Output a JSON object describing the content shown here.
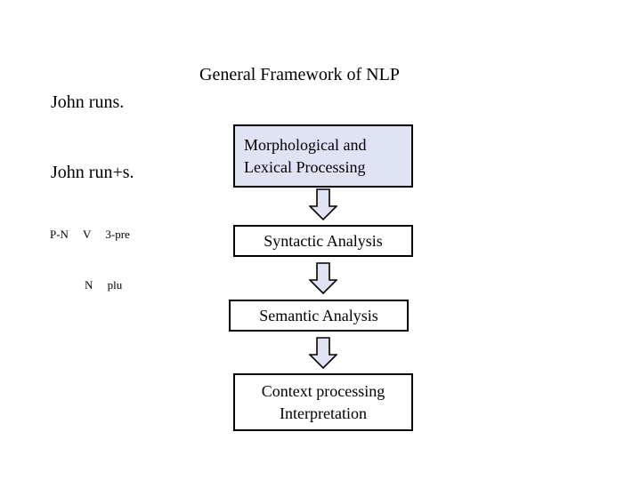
{
  "slide": {
    "title": "General Framework of NLP",
    "example": {
      "surface": "John runs.",
      "segmented": "John run+s.",
      "gloss_line1": "P-N     V     3-pre",
      "gloss_line2": "            N     plu"
    },
    "pipeline": {
      "boxes": [
        {
          "name": "morphological-lexical-processing",
          "line1": "Morphological and",
          "line2": "Lexical Processing",
          "fill": "#dfe3f4"
        },
        {
          "name": "syntactic-analysis",
          "line1": "Syntactic Analysis",
          "fill": "#ffffff"
        },
        {
          "name": "semantic-analysis",
          "line1": "Semantic Analysis",
          "fill": "#ffffff"
        },
        {
          "name": "context-processing-interpretation",
          "line1": "Context processing",
          "line2": "Interpretation",
          "fill": "#ffffff"
        }
      ],
      "arrows": [
        {
          "name": "arrow-morph-to-syntactic",
          "direction": "down"
        },
        {
          "name": "arrow-syntactic-to-semantic",
          "direction": "down"
        },
        {
          "name": "arrow-semantic-to-context",
          "direction": "down"
        }
      ],
      "arrow_fill": "#dfe3f4",
      "border_color": "#000000"
    }
  }
}
